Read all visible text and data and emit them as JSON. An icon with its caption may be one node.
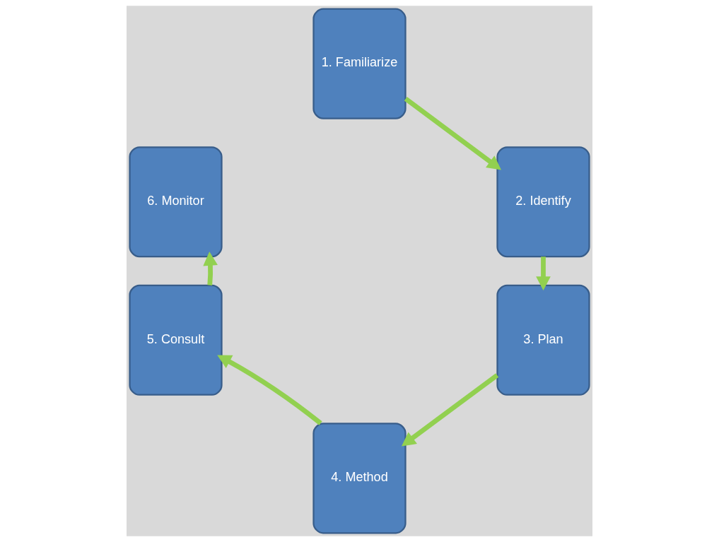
{
  "diagram": {
    "nodes": [
      {
        "text": [
          "1. Familiarize"
        ]
      },
      {
        "text": [
          "2. Identify"
        ]
      },
      {
        "text": [
          "3. Plan"
        ]
      },
      {
        "text": [
          "4. Method"
        ]
      },
      {
        "text": [
          "5. Consult"
        ]
      },
      {
        "text": [
          "6. Monitor"
        ]
      }
    ],
    "edges": [
      {
        "from": 0,
        "to": 1,
        "arrow": "to"
      },
      {
        "from": 1,
        "to": 2,
        "arrow": "to"
      },
      {
        "from": 2,
        "to": 3,
        "arrow": "to"
      },
      {
        "from": 3,
        "to": 4,
        "arrow": "to"
      },
      {
        "from": 4,
        "to": 5,
        "arrow": "to"
      }
    ]
  }
}
